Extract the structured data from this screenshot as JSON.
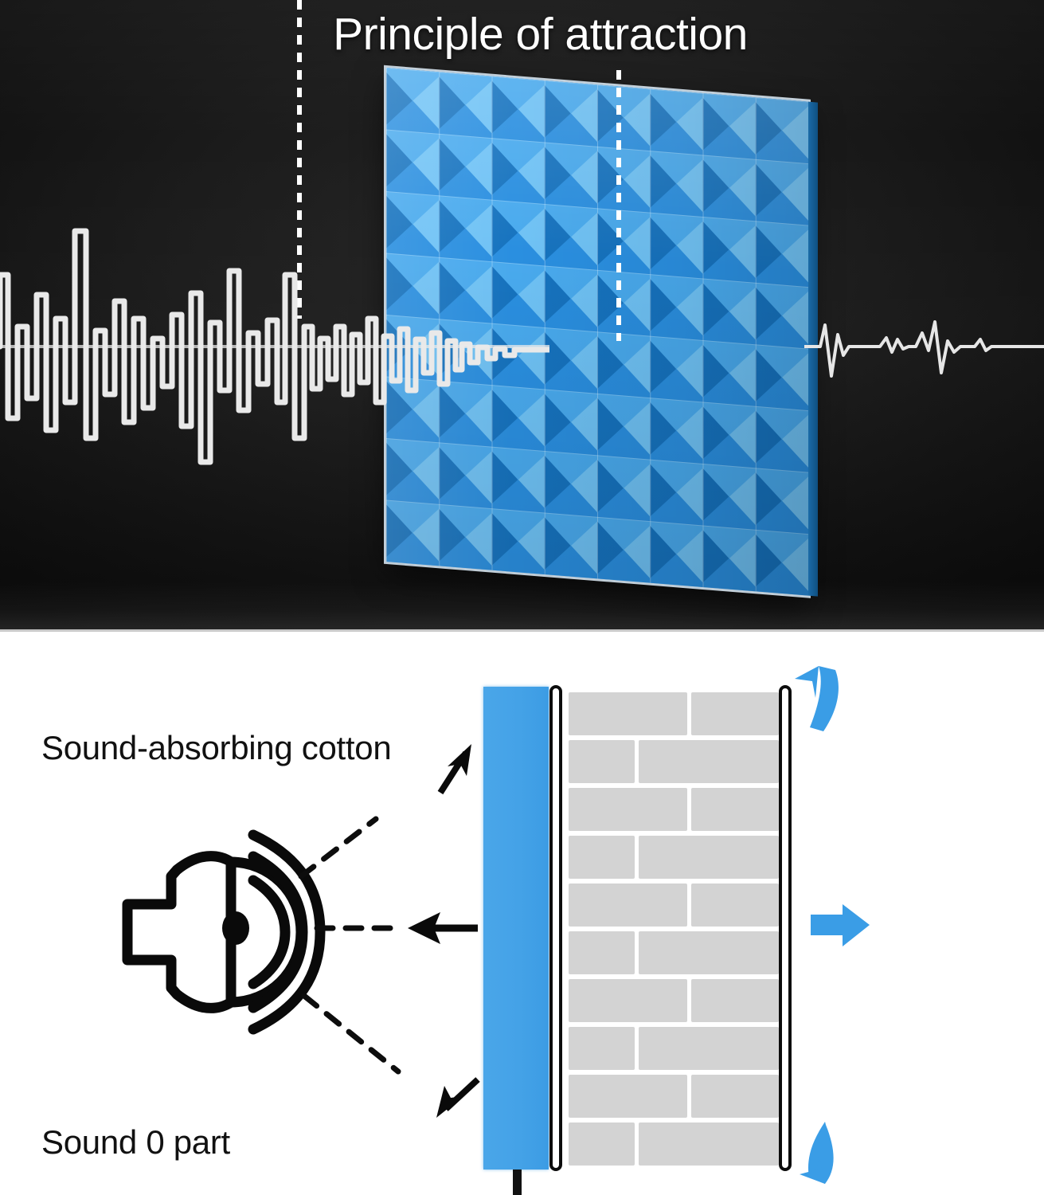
{
  "top": {
    "title": "Principle of attraction",
    "background_color": "#1b1b1b",
    "foam": {
      "name": "acoustic-pyramid-foam-panel",
      "color_light": "#6fc2f5",
      "color_mid": "#2f96e8",
      "color_dark": "#1673bf",
      "columns": 8,
      "rows": 8
    },
    "guides": [
      {
        "name": "incident-boundary-dotted-line",
        "color": "#ffffff"
      },
      {
        "name": "exit-boundary-dotted-line",
        "color": "#ffffff"
      }
    ],
    "waveforms": [
      {
        "name": "incident-sound-wave",
        "description": "high amplitude dense waveform before the foam panel",
        "color": "#efefef",
        "amplitude_label": "high"
      },
      {
        "name": "transmitted-sound-wave",
        "description": "low amplitude sparse waveform after the foam panel",
        "color": "#efefef",
        "amplitude_label": "low"
      }
    ]
  },
  "bottom": {
    "background_color": "#ffffff",
    "labels": {
      "cotton": "Sound-absorbing cotton",
      "zero": "Sound 0 part"
    },
    "speaker": {
      "name": "loudspeaker-icon",
      "arcs": 3,
      "color": "#000000"
    },
    "cotton_slab": {
      "name": "sound-absorbing-cotton-slab",
      "color": "#44a2e7"
    },
    "brick_wall": {
      "name": "brick-wall",
      "brick_color": "#d3d3d3",
      "mortar_color": "#ffffff",
      "rows": 10
    },
    "studs": [
      {
        "name": "wall-stud-left",
        "color": "#0c0c0c"
      },
      {
        "name": "wall-stud-right",
        "color": "#0c0c0c"
      }
    ],
    "arrows": {
      "blue_color": "#3a9de6",
      "black_color": "#000000",
      "items": [
        {
          "name": "reflected-sound-arrow-top",
          "direction": "curve-up-left",
          "color": "#3a9de6"
        },
        {
          "name": "transmitted-sound-arrow-right",
          "direction": "right",
          "color": "#3a9de6"
        },
        {
          "name": "reflected-sound-arrow-bottom",
          "direction": "curve-down-left",
          "color": "#3a9de6"
        },
        {
          "name": "incident-sound-arrow-center",
          "direction": "left",
          "color": "#000000"
        },
        {
          "name": "pointer-arrow-to-cotton",
          "direction": "up-right",
          "color": "#000000"
        },
        {
          "name": "scatter-arrow-lower-left",
          "direction": "down-left",
          "color": "#000000"
        }
      ]
    }
  }
}
